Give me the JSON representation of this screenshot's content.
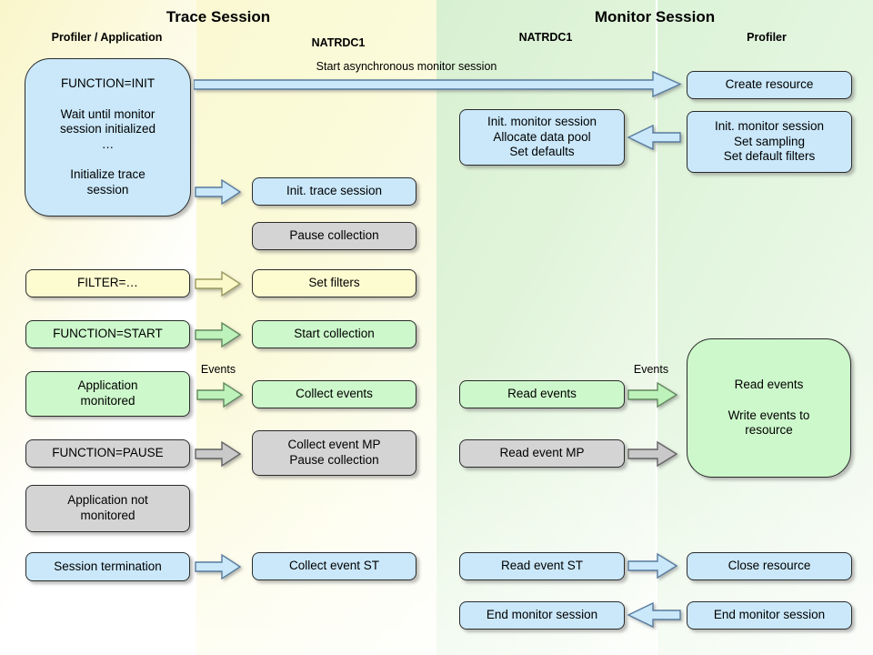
{
  "titles": {
    "trace": "Trace Session",
    "monitor": "Monitor Session"
  },
  "column_headers": {
    "profiler_application": "Profiler / Application",
    "natrdc1_trace": "NATRDC1",
    "natrdc1_monitor": "NATRDC1",
    "profiler": "Profiler"
  },
  "labels": {
    "start_async": "Start asynchronous monitor session",
    "events_trace": "Events",
    "events_monitor": "Events"
  },
  "boxes": {
    "function_init": "FUNCTION=INIT\n\nWait until monitor\nsession initialized\n…\n\nInitialize trace\nsession",
    "init_trace": "Init. trace session",
    "pause_collection": "Pause collection",
    "filter": "FILTER=…",
    "set_filters": "Set filters",
    "function_start": "FUNCTION=START",
    "start_collection": "Start collection",
    "application_monitored": "Application\nmonitored",
    "collect_events": "Collect events",
    "function_pause": "FUNCTION=PAUSE",
    "collect_event_mp": "Collect event MP\nPause collection",
    "application_not_monitored": "Application not\nmonitored",
    "session_termination": "Session termination",
    "collect_event_st": "Collect event ST",
    "create_resource": "Create resource",
    "init_monitor_natrdc1": "Init. monitor session\nAllocate data pool\nSet defaults",
    "init_monitor_profiler": "Init. monitor session\nSet sampling\nSet default filters",
    "read_events": "Read events",
    "read_write_events": "Read events\n\nWrite events to\nresource",
    "read_event_mp": "Read event MP",
    "read_event_st": "Read event ST",
    "close_resource": "Close resource",
    "end_monitor_natrdc1": "End monitor session",
    "end_monitor_profiler": "End monitor session"
  },
  "colors": {
    "box_blue": "#cae8fa",
    "box_yellow": "#fdfbd0",
    "box_green": "#cdf8cb",
    "box_gray": "#d4d4d4",
    "bg_yellow": "#f9f6cb",
    "bg_green": "#d8f0d1",
    "border": "#2b2b2b"
  }
}
